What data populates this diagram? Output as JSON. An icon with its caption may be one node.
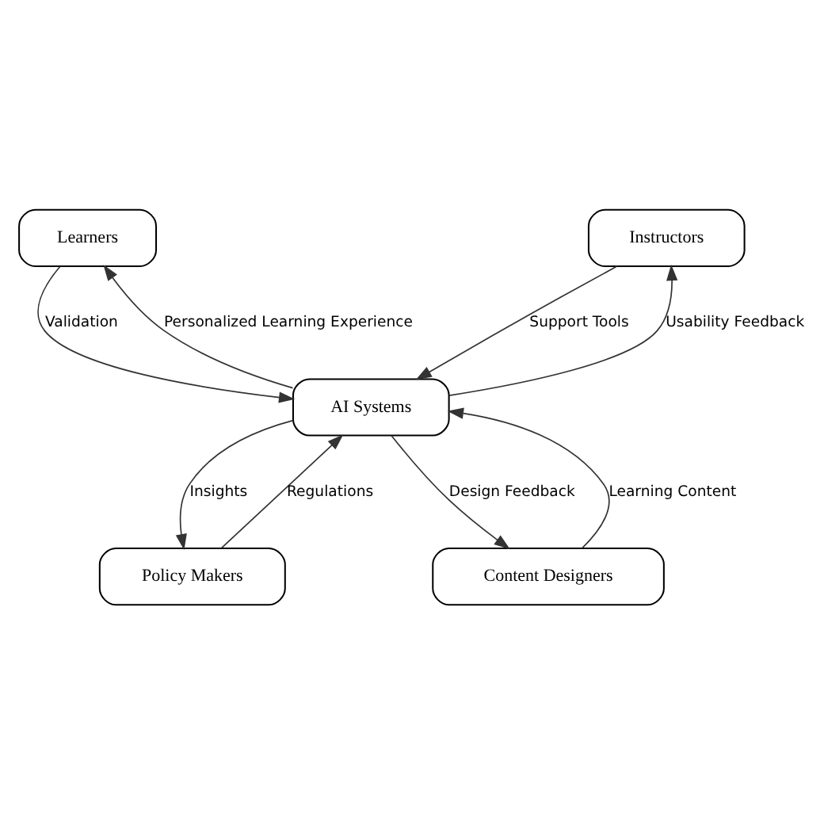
{
  "diagram": {
    "nodes": [
      {
        "text": [
          "Learners"
        ]
      },
      {
        "text": [
          "Instructors"
        ]
      },
      {
        "text": [
          "AI Systems"
        ]
      },
      {
        "text": [
          "Policy Makers"
        ]
      },
      {
        "text": [
          "Content Designers"
        ]
      }
    ],
    "edges": [
      {
        "from": 2,
        "to": 0,
        "arrow": "to",
        "label": "Personalized Learning Experience"
      },
      {
        "from": 0,
        "to": 2,
        "arrow": "to",
        "label": "Validation"
      },
      {
        "from": 2,
        "to": 1,
        "arrow": "to",
        "label": "Usability Feedback"
      },
      {
        "from": 1,
        "to": 2,
        "arrow": "to",
        "label": "Support Tools"
      },
      {
        "from": 3,
        "to": 2,
        "arrow": "to",
        "label": "Regulations"
      },
      {
        "from": 2,
        "to": 3,
        "arrow": "to",
        "label": "Insights"
      },
      {
        "from": 4,
        "to": 2,
        "arrow": "to",
        "label": "Learning Content"
      },
      {
        "from": 2,
        "to": 4,
        "arrow": "to",
        "label": "Design Feedback"
      }
    ]
  }
}
